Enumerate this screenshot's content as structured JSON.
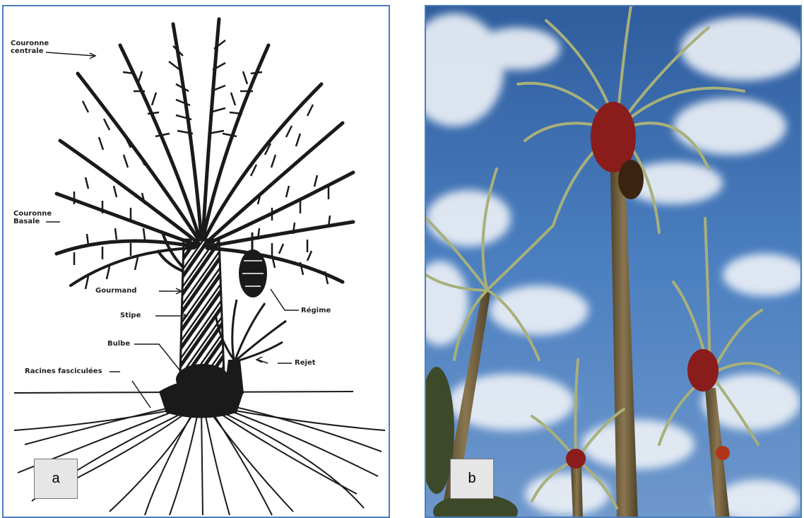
{
  "panel_a": {
    "tag": "a",
    "labels": {
      "couronne_centrale": "Couronne\ncentrale",
      "couronne_basale": "Couronne\nBasale",
      "gourmand": "Gourmand",
      "stipe": "Stipe",
      "bulbe": "Bulbe",
      "racines": "Racines fasciculées",
      "regime": "Régime",
      "rejet": "Rejet"
    }
  },
  "panel_b": {
    "tag": "b"
  },
  "colors": {
    "frame": "#4a7ebb",
    "ink": "#1a1a1a",
    "sky": "#3f6fb0",
    "cloud": "#eef2f7",
    "trunk": "#6b5a3a",
    "fronds": "#9aa36a",
    "dates": "#8a1c1c"
  }
}
